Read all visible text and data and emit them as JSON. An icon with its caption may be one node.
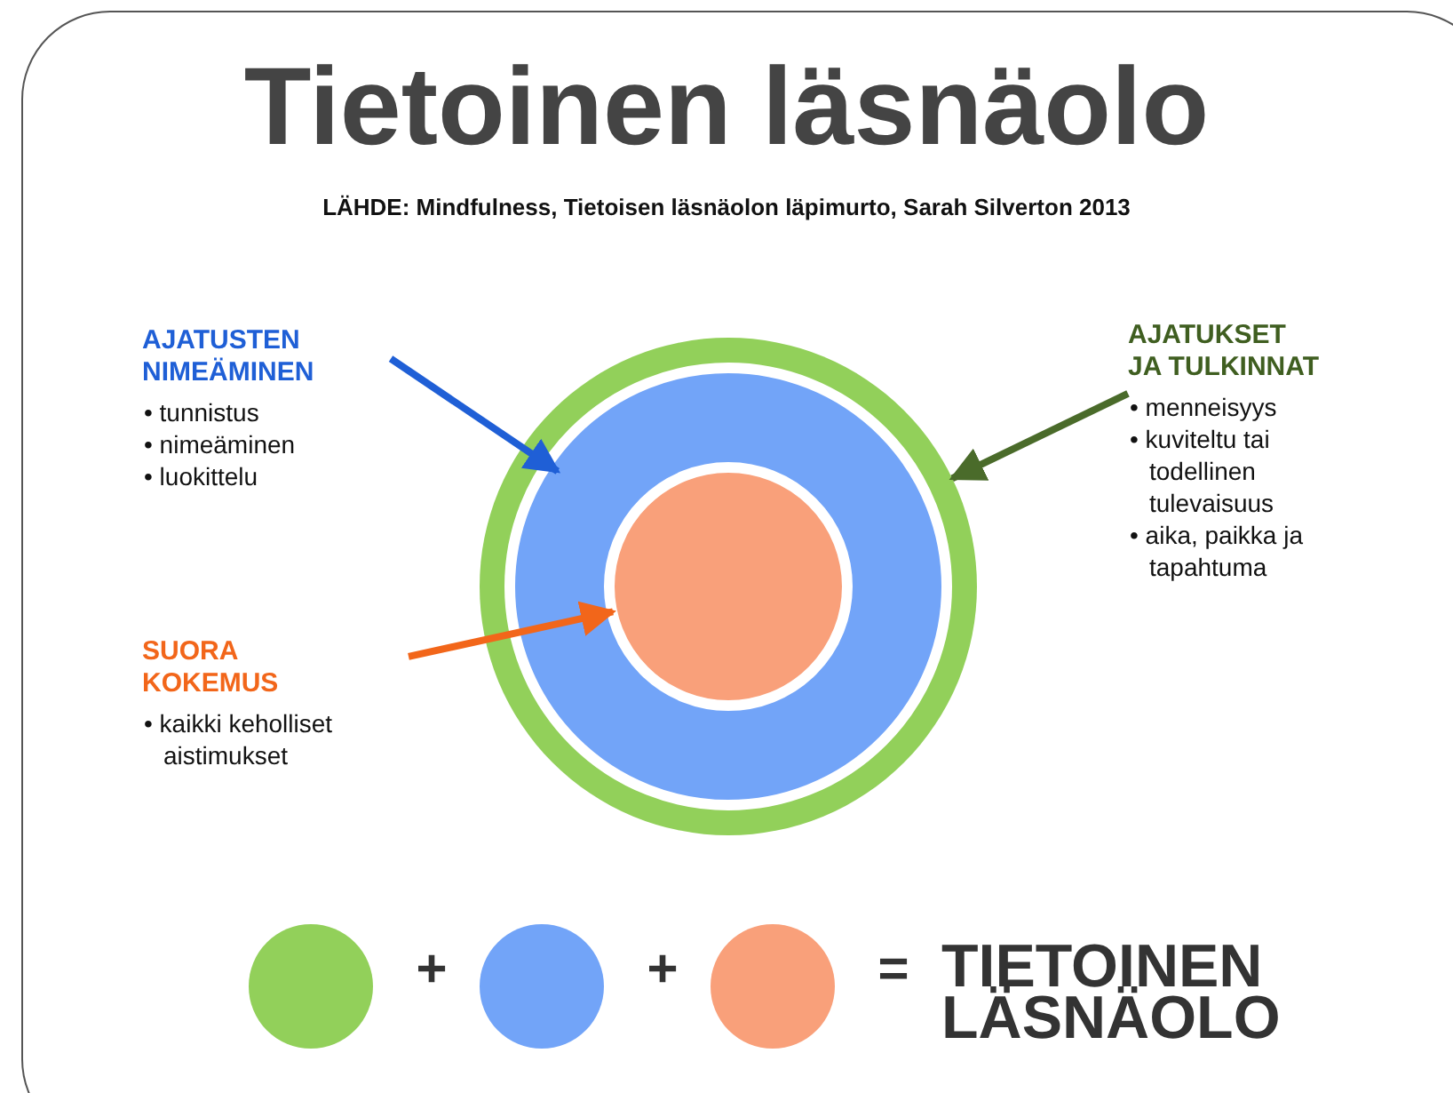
{
  "diagram": {
    "title": "Tietoinen läsnäolo",
    "nodes": [
      {
        "text": [
          "AJATUSTEN NIMEÄMINEN",
          "• tunnistus",
          "• nimeäminen",
          "• luokittelu"
        ]
      },
      {
        "text": [
          "AJATUKSET JA TULKINNAT",
          "• menneisyys",
          "• kuviteltu tai todellinen tulevaisuus",
          "• aika, paikka ja tapahtuma"
        ]
      },
      {
        "text": [
          "SUORA KOKEMUS",
          "• kaikki keholliset aistimukset"
        ]
      },
      {
        "text": [],
        "shape": "circle"
      },
      {
        "text": [],
        "shape": "circle",
        "in": 3
      },
      {
        "text": [],
        "shape": "circle",
        "in": 4
      },
      {
        "text": [],
        "shape": "circle"
      },
      {
        "text": [],
        "shape": "circle"
      },
      {
        "text": [],
        "shape": "circle"
      }
    ],
    "edges": [
      {
        "from": 0,
        "to": 4,
        "arrow": "to",
        "color": "#1f5fd6"
      },
      {
        "from": 1,
        "to": 3,
        "arrow": "to",
        "color": "#4a6b2a"
      },
      {
        "from": 2,
        "to": 5,
        "arrow": "to",
        "color": "#f2661a"
      }
    ],
    "labels": [
      "LÄHDE: Mindfulness, Tietoisen läsnäolon läpimurto, Sarah Silverton 2013",
      "+",
      "+",
      "=",
      "TIETOINEN LÄSNÄOLO"
    ]
  }
}
